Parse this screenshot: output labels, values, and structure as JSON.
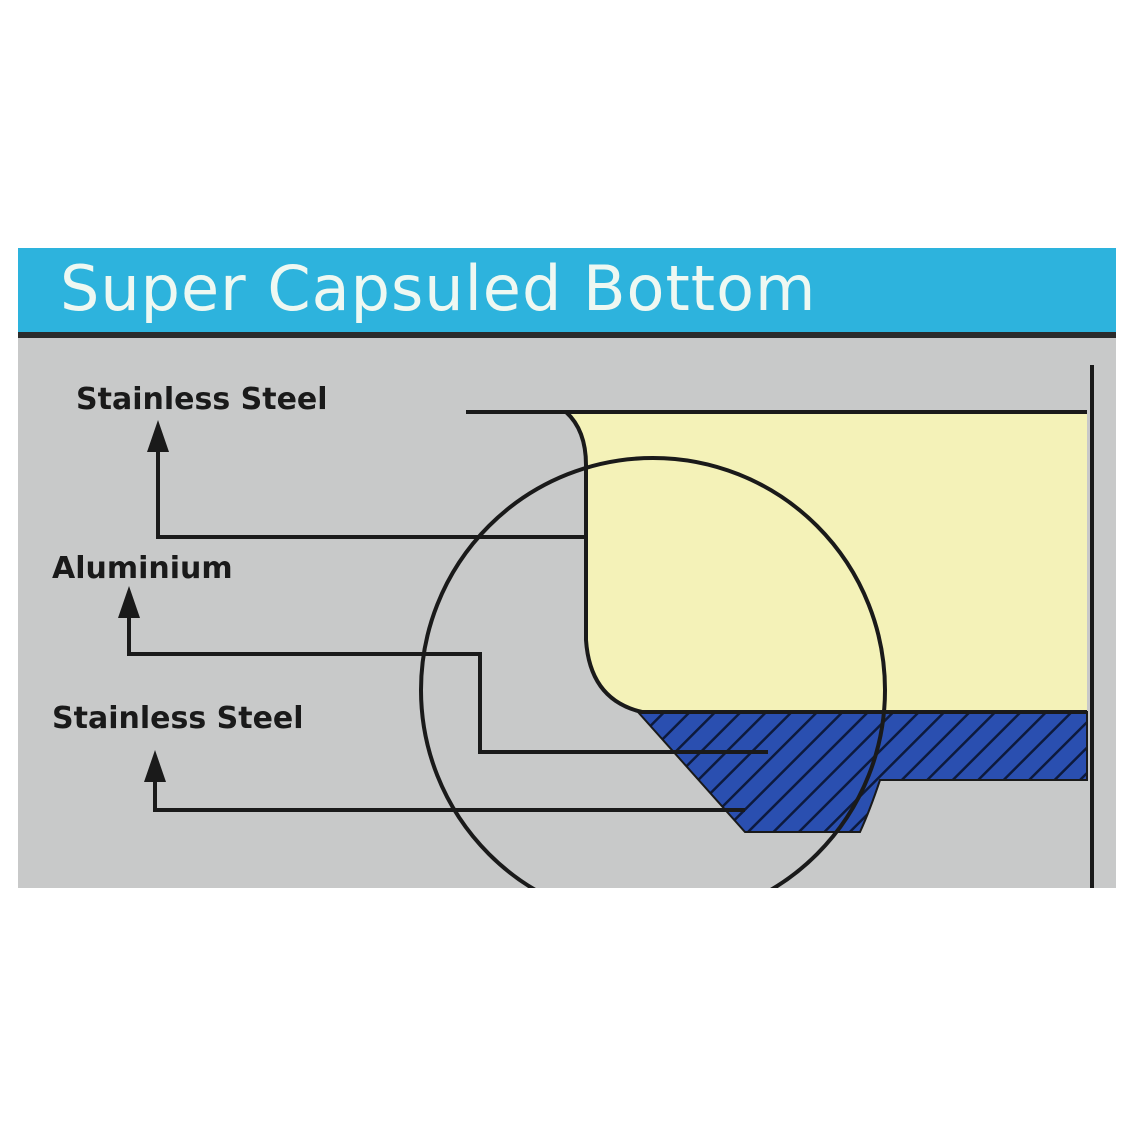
{
  "title": "Super Capsuled Bottom",
  "labels": {
    "top_layer": "Stainless Steel",
    "middle_layer": "Aluminium",
    "bottom_layer": "Stainless Steel"
  },
  "colors": {
    "title_bar": "#2db3dd",
    "title_text": "#eef8f2",
    "card_background": "#c8c9c9",
    "pan_interior": "#f4f2b8",
    "capsule_base": "#2a4fb0",
    "lines": "#1a1a1a"
  }
}
